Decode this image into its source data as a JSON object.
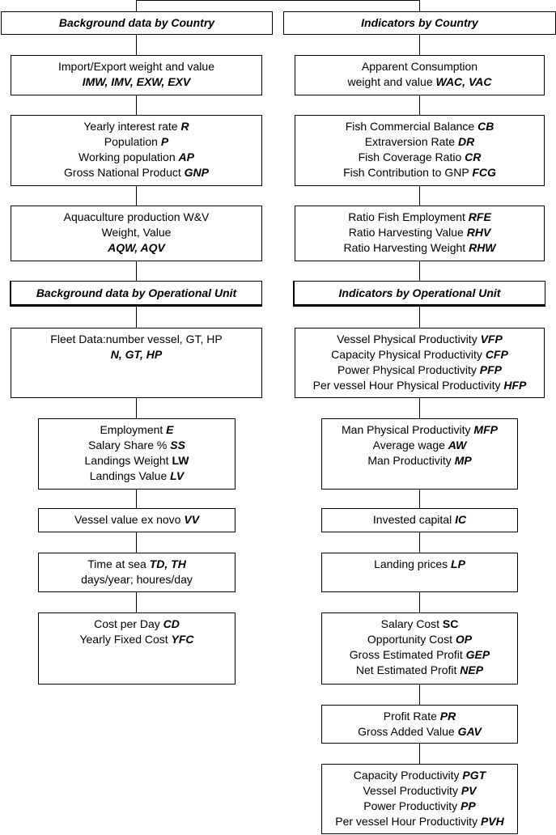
{
  "headers": {
    "bg_country": "Background data by Country",
    "ind_country": "Indicators by Country",
    "bg_unit": "Background data by Operational Unit",
    "ind_unit": "Indicators by Operational Unit"
  },
  "left": {
    "trade": {
      "l1": "Import/Export weight and value",
      "c1": "IMW, IMV, EXW, EXV"
    },
    "macro": {
      "l1": "Yearly interest rate",
      "c1": "R",
      "l2": "Population",
      "c2": "P",
      "l3": "Working population",
      "c3": "AP",
      "l4": "Gross National Product",
      "c4": "GNP"
    },
    "aqua": {
      "l1": "Aquaculture production W&V",
      "l2": "Weight, Value",
      "c3": "AQW, AQV"
    },
    "fleet": {
      "l1": "Fleet Data:number vessel, GT, HP",
      "c2": "N, GT, HP"
    },
    "employment": {
      "l1": "Employment",
      "c1": "E",
      "l2": "Salary Share %",
      "c2": "SS",
      "l3": "Landings Weight",
      "c3": "LW",
      "l4": "Landings Value",
      "c4": "LV"
    },
    "vessel": {
      "l1": "Vessel value ex novo",
      "c1": "VV"
    },
    "time": {
      "l1": "Time at sea",
      "c1": "TD, TH",
      "l2": "days/year; houres/day"
    },
    "cost": {
      "l1": "Cost per Day",
      "c1": "CD",
      "l2": "Yearly Fixed Cost",
      "c2": "YFC"
    }
  },
  "right": {
    "consumption": {
      "l1": "Apparent Consumption",
      "l2": "weight and value",
      "c2": "WAC, VAC"
    },
    "balance": {
      "l1": "Fish Commercial Balance",
      "c1": "CB",
      "l2": "Extraversion Rate",
      "c2": "DR",
      "l3": "Fish Coverage Ratio",
      "c3": "CR",
      "l4": "Fish Contribution to GNP",
      "c4": "FCG"
    },
    "ratios": {
      "l1": "Ratio Fish Employment",
      "c1": "RFE",
      "l2": "Ratio Harvesting Value",
      "c2": "RHV",
      "l3": "Ratio Harvesting Weight",
      "c3": "RHW"
    },
    "physical": {
      "l1": "Vessel Physical Productivity",
      "c1": "VFP",
      "l2": "Capacity Physical Productivity",
      "c2": "CFP",
      "l3": "Power Physical Productivity",
      "c3": "PFP",
      "l4": "Per vessel Hour Physical Productivity",
      "c4": "HFP"
    },
    "man": {
      "l1": "Man Physical Productivity",
      "c1": "MFP",
      "l2": "Average wage",
      "c2": "AW",
      "l3": "Man Productivity",
      "c3": "MP"
    },
    "capital": {
      "l1": "Invested capital",
      "c1": "IC"
    },
    "prices": {
      "l1": "Landing prices",
      "c1": "LP"
    },
    "costs": {
      "l1": "Salary Cost",
      "c1": "SC",
      "l2": "Opportunity Cost",
      "c2": "OP",
      "l3": "Gross Estimated Profit",
      "c3": "GEP",
      "l4": "Net Estimated Profit",
      "c4": "NEP"
    },
    "profit": {
      "l1": "Profit Rate",
      "c1": "PR",
      "l2": "Gross Added Value",
      "c2": "GAV"
    },
    "productivity": {
      "l1": "Capacity Productivity",
      "c1": "PGT",
      "l2": "Vessel Productivity",
      "c2": "PV",
      "l3": "Power Productivity",
      "c3": "PP",
      "l4": "Per vessel Hour Productivity",
      "c4": "PVH"
    }
  }
}
